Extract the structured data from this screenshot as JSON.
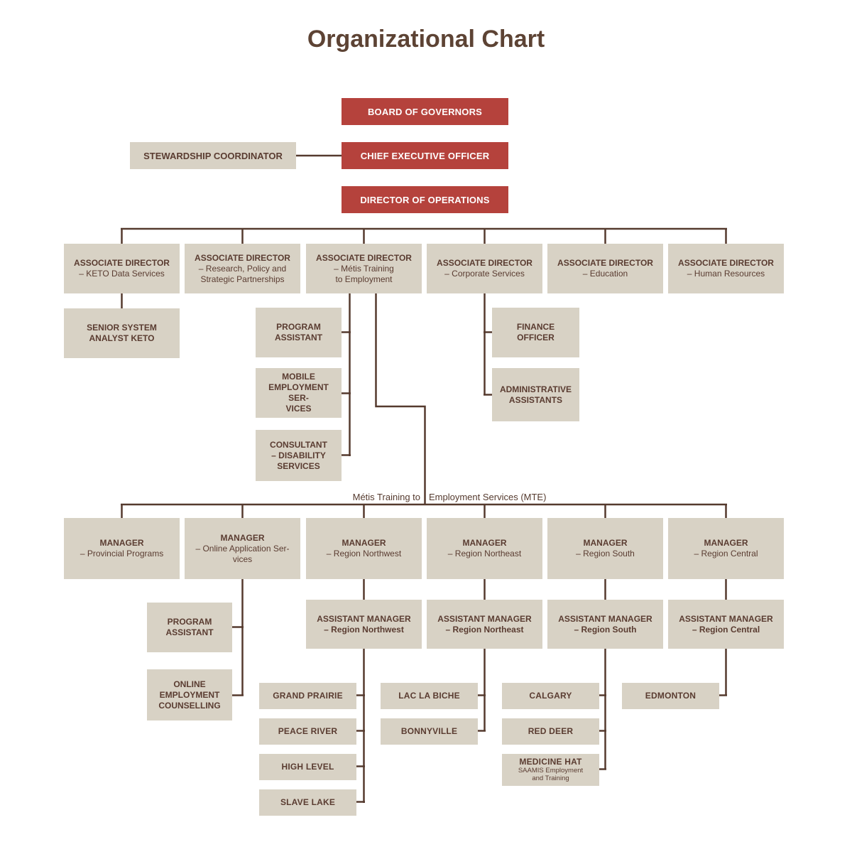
{
  "title": "Organizational Chart",
  "colors": {
    "accent_red": "#B5423C",
    "box_beige": "#D8D2C5",
    "text_brown": "#5A3C31",
    "title_brown": "#5D4334",
    "line_brown": "#553A2E"
  },
  "top": {
    "board": "BOARD OF GOVERNORS",
    "stewardship": "STEWARDSHIP COORDINATOR",
    "ceo": "CHIEF EXECUTIVE OFFICER",
    "director": "DIRECTOR OF OPERATIONS"
  },
  "associate_directors": [
    {
      "title": "ASSOCIATE DIRECTOR",
      "subtitle": "– KETO Data Services"
    },
    {
      "title": "ASSOCIATE DIRECTOR",
      "subtitle": "– Research, Policy and\nStrategic Partnerships"
    },
    {
      "title": "ASSOCIATE DIRECTOR",
      "subtitle": "– Métis Training\nto Employment"
    },
    {
      "title": "ASSOCIATE DIRECTOR",
      "subtitle": "– Corporate Services"
    },
    {
      "title": "ASSOCIATE DIRECTOR",
      "subtitle": "– Education"
    },
    {
      "title": "ASSOCIATE DIRECTOR",
      "subtitle": "– Human Resources"
    }
  ],
  "keto_staff": [
    {
      "label": "SENIOR SYSTEM\nANALYST KETO"
    }
  ],
  "mte_staff": [
    {
      "label": "PROGRAM\nASSISTANT"
    },
    {
      "label": "MOBILE\nEMPLOYMENT SER-\nVICES"
    },
    {
      "label": "CONSULTANT\n– DISABILITY\nSERVICES"
    }
  ],
  "corporate_staff": [
    {
      "label": "FINANCE\nOFFICER"
    },
    {
      "label": "ADMINISTRATIVE\nASSISTANTS"
    }
  ],
  "mte_label": {
    "left": "Métis Training to",
    "right": "Employment Services (MTE)"
  },
  "managers": [
    {
      "title": "MANAGER",
      "subtitle": "– Provincial Programs"
    },
    {
      "title": "MANAGER",
      "subtitle": "– Online Application Ser-\nvices"
    },
    {
      "title": "MANAGER",
      "subtitle": "– Region Northwest"
    },
    {
      "title": "MANAGER",
      "subtitle": "– Region Northeast"
    },
    {
      "title": "MANAGER",
      "subtitle": "– Region South"
    },
    {
      "title": "MANAGER",
      "subtitle": "– Region Central"
    }
  ],
  "online_staff": [
    {
      "label": "PROGRAM\nASSISTANT"
    },
    {
      "label": "ONLINE\nEMPLOYMENT\nCOUNSELLING"
    }
  ],
  "assistant_managers": [
    {
      "title": "ASSISTANT MANAGER",
      "subtitle": "– Region Northwest"
    },
    {
      "title": "ASSISTANT MANAGER",
      "subtitle": "– Region Northeast"
    },
    {
      "title": "ASSISTANT MANAGER",
      "subtitle": "– Region South"
    },
    {
      "title": "ASSISTANT MANAGER",
      "subtitle": "– Region Central"
    }
  ],
  "locations": {
    "northwest": [
      {
        "name": "GRAND PRAIRIE"
      },
      {
        "name": "PEACE RIVER"
      },
      {
        "name": "HIGH LEVEL"
      },
      {
        "name": "SLAVE LAKE"
      }
    ],
    "northeast": [
      {
        "name": "LAC LA BICHE"
      },
      {
        "name": "BONNYVILLE"
      }
    ],
    "south": [
      {
        "name": "CALGARY"
      },
      {
        "name": "RED DEER"
      },
      {
        "name": "MEDICINE HAT",
        "subtitle": "SAAMIS Employment\nand Training"
      }
    ],
    "central": [
      {
        "name": "EDMONTON"
      }
    ]
  }
}
